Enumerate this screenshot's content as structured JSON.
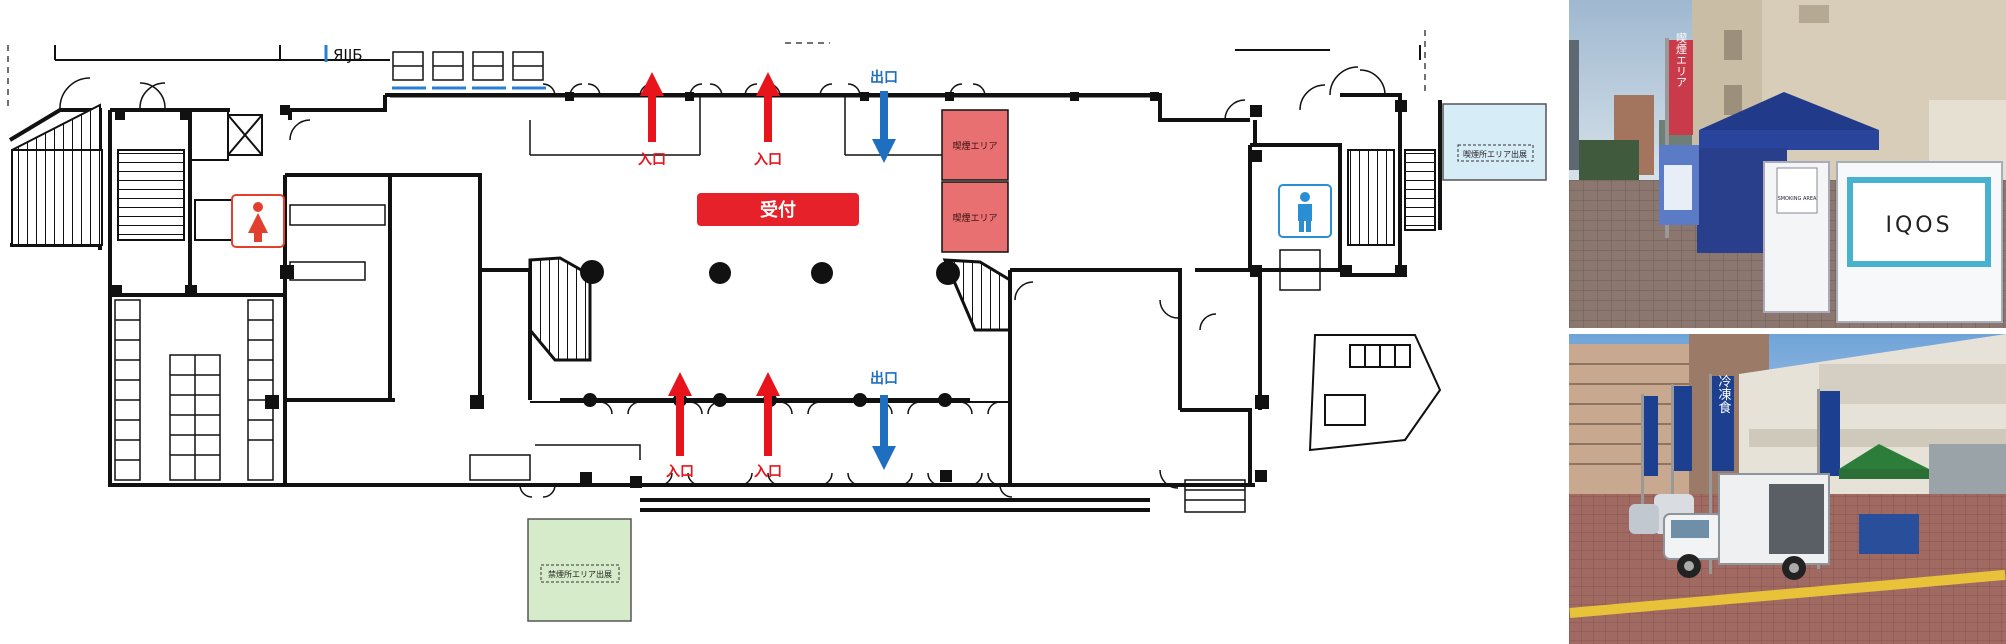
{
  "floor_plan": {
    "labels": {
      "entrance": "入口",
      "exit": "出口",
      "reception": "受付",
      "smoking_area": "喫煙エリア",
      "smoking_area_outdoor": "喫煙所エリア出展",
      "nonsmoking_area_outdoor": "禁煙所エリア出展",
      "stair_sign": "ЯIJБ"
    },
    "colors": {
      "entrance": "#e8141c",
      "exit": "#1f6fc0",
      "reception": "#e62129",
      "smoking_zone": "#e87070",
      "female_restroom": "#e0402d",
      "male_restroom": "#2a8ed3",
      "outdoor_right": "#d6ecf7",
      "outdoor_bottom": "#d5ebc9",
      "table_underline": "#2a7fd0"
    },
    "icons": [
      "female-restroom-icon",
      "male-restroom-icon"
    ]
  },
  "photos": {
    "top": {
      "banner_text": "喫煙エリア",
      "booth_logo": "IQOS",
      "booth_small_sign": "SMOKING AREA"
    },
    "bottom": {
      "banner_text": "冷凍食"
    }
  }
}
